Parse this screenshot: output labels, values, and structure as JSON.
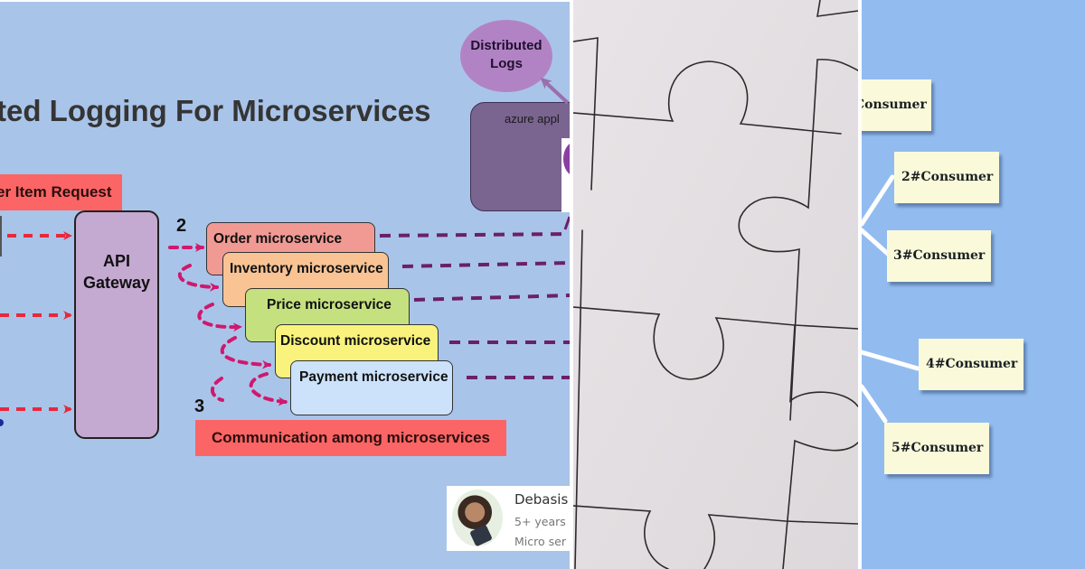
{
  "layout": "three-panel collage",
  "left_panel": {
    "title": "ted Logging For Microservices",
    "request_label": "er Item Request",
    "gateway": {
      "line1": "API",
      "line2": "Gateway"
    },
    "step_numbers": {
      "two": "2",
      "three": "3"
    },
    "microservices": [
      {
        "name": "Order microservice",
        "color": "#f19a94"
      },
      {
        "name": "Inventory microservice",
        "color": "#f9c394"
      },
      {
        "name": "Price microservice",
        "color": "#c5e17f"
      },
      {
        "name": "Discount microservice",
        "color": "#f9f37d"
      },
      {
        "name": "Payment microservice",
        "color": "#cce2fb"
      }
    ],
    "communication_label": "Communication among microservices",
    "distributed_logs": {
      "line1": "Distributed",
      "line2": "Logs"
    },
    "azure_label": "azure appl",
    "profile": {
      "name": "Debasis",
      "experience": "5+ years",
      "role": "Micro ser"
    },
    "colors": {
      "background": "#a9c4e9",
      "red_label": "#fb6565",
      "gateway": "#c4a9d1",
      "request_arrow": "#e8283c",
      "internal_arrow": "#d0186e",
      "log_line": "#6b1f6b",
      "azure_box": "#7a6490",
      "logs_ellipse": "#b283c4"
    }
  },
  "middle_panel": {
    "description": "white jigsaw puzzle pieces",
    "background": "#e4e0e3"
  },
  "right_panel": {
    "consumers": [
      {
        "label": "Consumer"
      },
      {
        "label": "2#Consumer"
      },
      {
        "label": "3#Consumer"
      },
      {
        "label": "4#Consumer"
      },
      {
        "label": "5#Consumer"
      }
    ],
    "colors": {
      "background": "#92bcef",
      "box": "#fafadb",
      "connector": "#ffffff"
    }
  }
}
